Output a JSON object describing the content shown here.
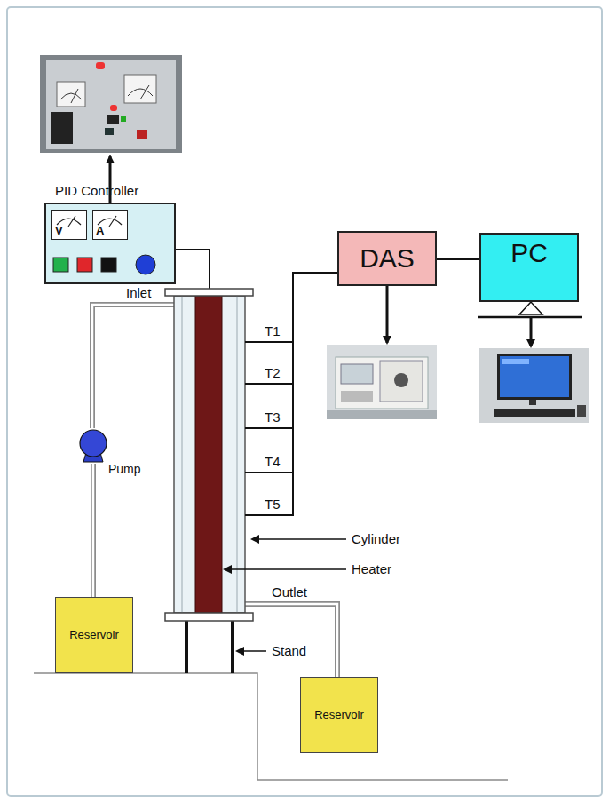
{
  "diagram": {
    "nodes": [
      {
        "text": [
          "PID Controller"
        ]
      },
      {
        "text": [
          "V"
        ],
        "in": 0
      },
      {
        "text": [
          "A"
        ],
        "in": 0
      },
      {
        "text": [
          "DAS"
        ]
      },
      {
        "text": [
          "PC"
        ]
      },
      {
        "text": [
          "Pump"
        ]
      },
      {
        "text": [
          "Reservoir"
        ]
      },
      {
        "text": [
          "Reservoir"
        ]
      }
    ],
    "edges": [
      {
        "from": 6,
        "to": 5,
        "arrow": "none"
      },
      {
        "from": 3,
        "to": 4,
        "arrow": "none"
      }
    ],
    "labels": [
      "Inlet",
      "T1",
      "T2",
      "T3",
      "T4",
      "T5",
      "Cylinder",
      "Heater",
      "Outlet",
      "Stand"
    ]
  }
}
